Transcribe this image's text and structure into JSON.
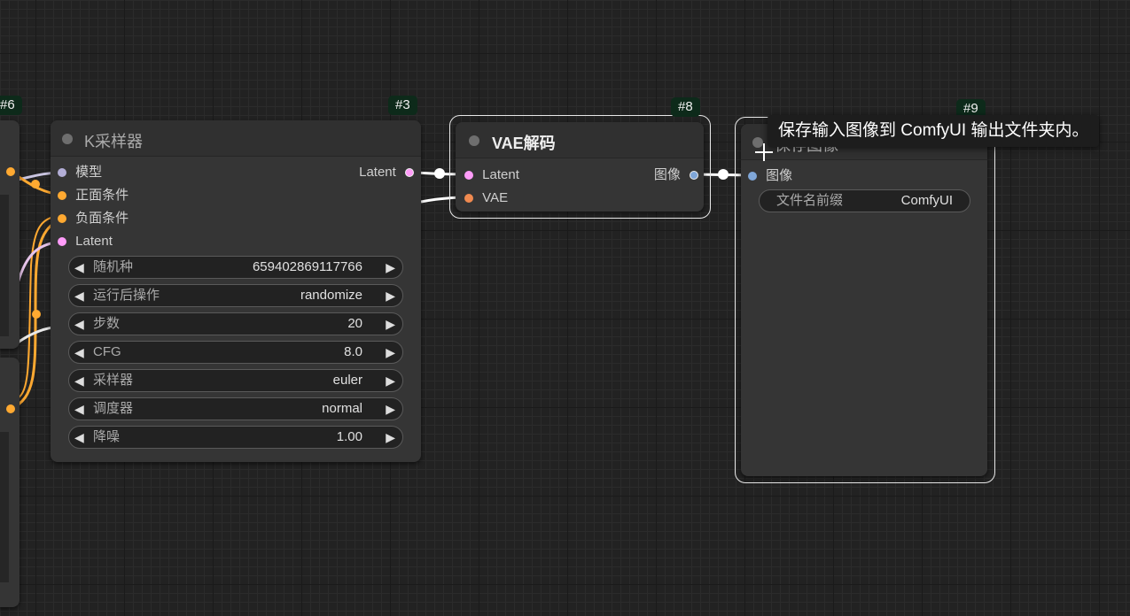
{
  "colors": {
    "canvas_bg": "#222222",
    "node_bg": "#353535",
    "badge_bg": "#0d2a1a",
    "model_slot": "#b39ddb",
    "conditioning_slot": "#ffa931",
    "latent_slot": "#ff9cf9",
    "vae_slot": "#ff6e6e",
    "image_slot": "#64b5f6"
  },
  "left_partial": {
    "badge": "#6"
  },
  "ksampler": {
    "id_badge": "#3",
    "title": "K采样器",
    "inputs": [
      "模型",
      "正面条件",
      "负面条件",
      "Latent"
    ],
    "output": "Latent",
    "widgets": [
      {
        "label": "随机种",
        "value": "659402869117766"
      },
      {
        "label": "运行后操作",
        "value": "randomize"
      },
      {
        "label": "步数",
        "value": "20"
      },
      {
        "label": "CFG",
        "value": "8.0"
      },
      {
        "label": "采样器",
        "value": "euler"
      },
      {
        "label": "调度器",
        "value": "normal"
      },
      {
        "label": "降噪",
        "value": "1.00"
      }
    ],
    "arrow_left": "◀",
    "arrow_right": "▶"
  },
  "vae_decode": {
    "id_badge": "#8",
    "title": "VAE解码",
    "inputs": [
      "Latent",
      "VAE"
    ],
    "output": "图像"
  },
  "save_image": {
    "id_badge": "#9",
    "title": "保存图像",
    "input": "图像",
    "widget": {
      "label": "文件名前缀",
      "value": "ComfyUI"
    }
  },
  "tooltip": "保存输入图像到 ComfyUI 输出文件夹内。"
}
